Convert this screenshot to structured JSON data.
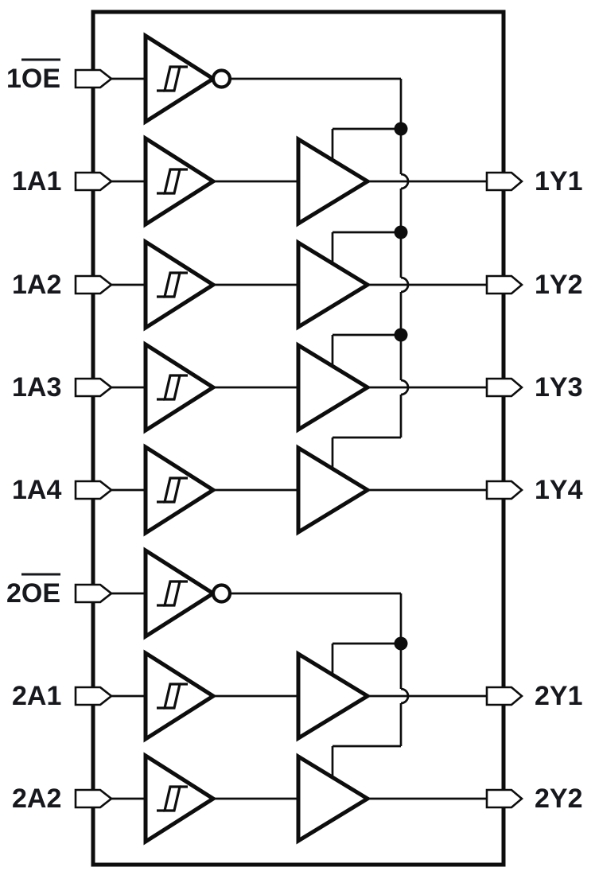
{
  "figure": {
    "type": "logic-diagram",
    "background": "#ffffff",
    "line_color": "#0d0d0e",
    "text_color": "#17181d",
    "ic": {
      "channels": [
        {
          "enable": {
            "input_prefix": "1",
            "input_overline": "OE",
            "gate": "schmitt-trigger-inverter"
          },
          "buffers": [
            {
              "input": "1A1",
              "output": "1Y1",
              "gate": "schmitt-trigger-buffer",
              "driver": "tristate-buffer",
              "enable_tap": "dot"
            },
            {
              "input": "1A2",
              "output": "1Y2",
              "gate": "schmitt-trigger-buffer",
              "driver": "tristate-buffer",
              "enable_tap": "dot"
            },
            {
              "input": "1A3",
              "output": "1Y3",
              "gate": "schmitt-trigger-buffer",
              "driver": "tristate-buffer",
              "enable_tap": "dot"
            },
            {
              "input": "1A4",
              "output": "1Y4",
              "gate": "schmitt-trigger-buffer",
              "driver": "tristate-buffer",
              "enable_tap": "end"
            }
          ]
        },
        {
          "enable": {
            "input_prefix": "2",
            "input_overline": "OE",
            "gate": "schmitt-trigger-inverter"
          },
          "buffers": [
            {
              "input": "2A1",
              "output": "2Y1",
              "gate": "schmitt-trigger-buffer",
              "driver": "tristate-buffer",
              "enable_tap": "dot"
            },
            {
              "input": "2A2",
              "output": "2Y2",
              "gate": "schmitt-trigger-buffer",
              "driver": "tristate-buffer",
              "enable_tap": "end"
            }
          ]
        }
      ]
    }
  }
}
